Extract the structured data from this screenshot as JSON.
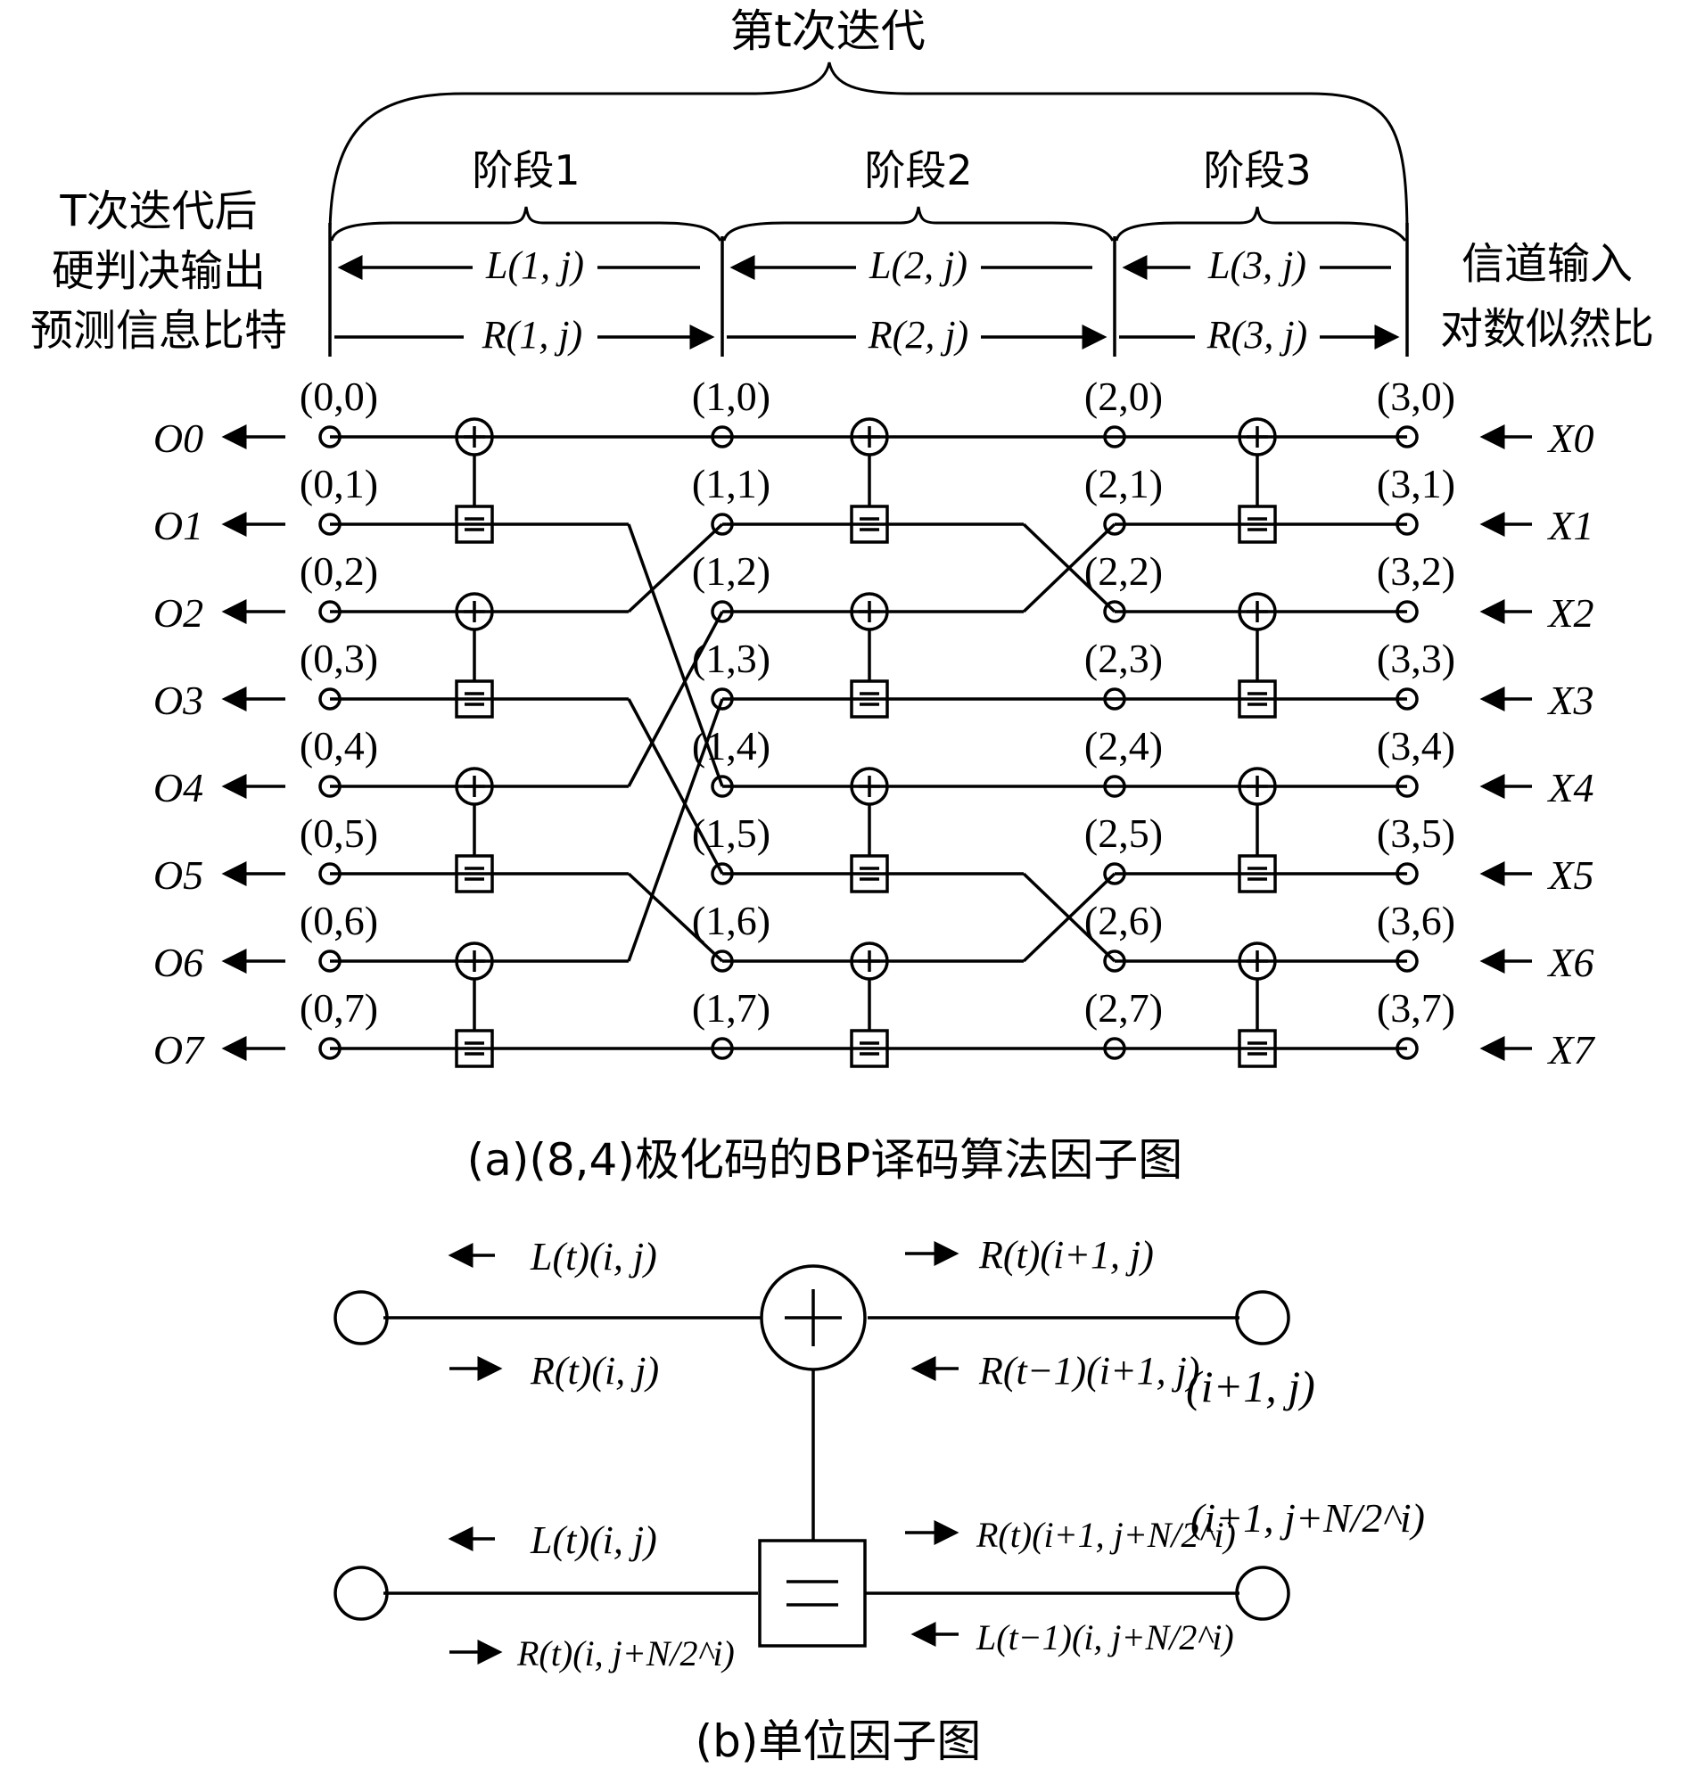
{
  "top": {
    "iteration_label": "第t次迭代",
    "stages": [
      "阶段1",
      "阶段2",
      "阶段3"
    ],
    "L_labels": [
      "L(1, j)",
      "L(2, j)",
      "L(3, j)"
    ],
    "R_labels": [
      "R(1, j)",
      "R(2, j)",
      "R(3, j)"
    ],
    "left_text": [
      "T次迭代后",
      "硬判决输出",
      "预测信息比特"
    ],
    "right_text": [
      "信道输入",
      "对数似然比"
    ]
  },
  "graph": {
    "outputs": [
      "O0",
      "O1",
      "O2",
      "O3",
      "O4",
      "O5",
      "O6",
      "O7"
    ],
    "inputs": [
      "X0",
      "X1",
      "X2",
      "X3",
      "X4",
      "X5",
      "X6",
      "X7"
    ],
    "node_labels": [
      [
        "(0,0)",
        "(0,1)",
        "(0,2)",
        "(0,3)",
        "(0,4)",
        "(0,5)",
        "(0,6)",
        "(0,7)"
      ],
      [
        "(1,0)",
        "(1,1)",
        "(1,2)",
        "(1,3)",
        "(1,4)",
        "(1,5)",
        "(1,6)",
        "(1,7)"
      ],
      [
        "(2,0)",
        "(2,1)",
        "(2,2)",
        "(2,3)",
        "(2,4)",
        "(2,5)",
        "(2,6)",
        "(2,7)"
      ],
      [
        "(3,0)",
        "(3,1)",
        "(3,2)",
        "(3,3)",
        "(3,4)",
        "(3,5)",
        "(3,6)",
        "(3,7)"
      ]
    ]
  },
  "caption_a": "(a)(8,4)极化码的BP译码算法因子图",
  "unit": {
    "top_left_L": "L(t)(i, j)",
    "top_left_R": "R(t)(i, j)",
    "top_right_R1": "R(t)(i+1, j)",
    "top_right_R2": "R(t−1)(i+1, j)",
    "top_node": "(i+1, j)",
    "bot_left_L": "L(t)(i, j)",
    "bot_left_R": "R(t)(i, j+N/2^i)",
    "bot_right_R": "R(t)(i+1, j+N/2^i)",
    "bot_right_L": "L(t−1)(i, j+N/2^i)",
    "bot_node": "(i+1, j+N/2^i)"
  },
  "caption_b": "(b)单位因子图"
}
